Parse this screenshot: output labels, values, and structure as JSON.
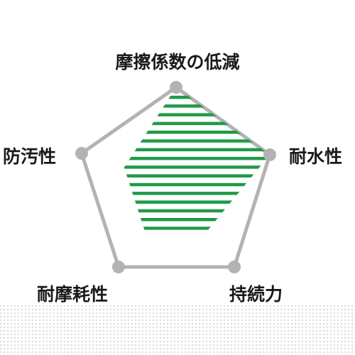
{
  "chart_data": {
    "type": "radar",
    "axes": [
      "摩擦係数の低減",
      "耐水性",
      "持続力",
      "耐摩耗性",
      "防汚性"
    ],
    "values": [
      1.0,
      1.0,
      0.55,
      0.55,
      0.55
    ],
    "range": [
      0,
      1
    ],
    "grid": false,
    "legend": "none",
    "colors": {
      "frame": "#b3b3b3",
      "vertex": "#b3b3b3",
      "fill": "#1f9a46",
      "text": "#1a1a1a"
    }
  }
}
